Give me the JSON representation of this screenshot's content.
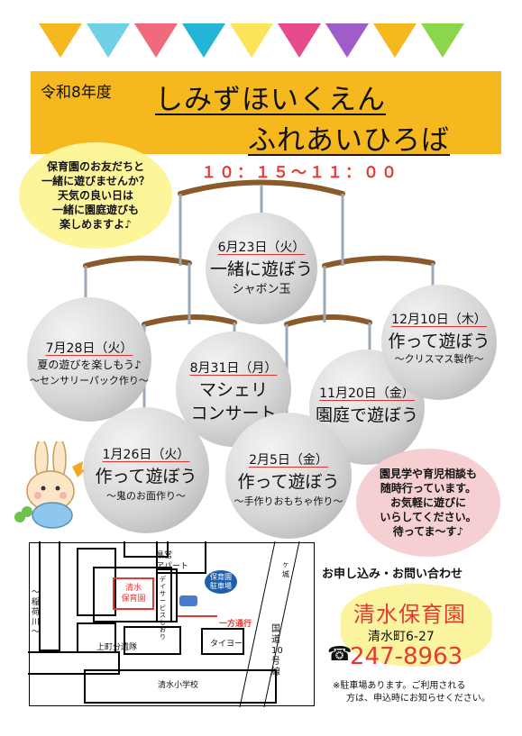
{
  "header": {
    "year": "令和8年度",
    "title_line1": "しみずほいくえん",
    "title_line2": "ふれあいひろば"
  },
  "time": "１０：１５～１１：００",
  "intro_bubble": [
    "保育園のお友だちと",
    "一緒に遊びませんか？",
    "天気の良い日は",
    "一緒に園庭遊びも",
    "楽しめますよ♪"
  ],
  "events": [
    {
      "date": "6月23日（火）",
      "title": "一緒に遊ぼう",
      "sub": "シャボン玉"
    },
    {
      "date": "7月28日（火）",
      "title": "夏の遊びを楽しもう♪",
      "sub": "～センサリーパック作り～"
    },
    {
      "date": "8月31日（月）",
      "title": "マシェリ",
      "title2": "コンサート",
      "sub": ""
    },
    {
      "date": "11月20日（金）",
      "title": "園庭で遊ぼう",
      "sub": ""
    },
    {
      "date": "12月10日（木）",
      "title": "作って遊ぼう",
      "sub": "～クリスマス製作～"
    },
    {
      "date": "1月26日（火）",
      "title": "作って遊ぼう",
      "sub": "～鬼のお面作り～"
    },
    {
      "date": "2月5日（金）",
      "title": "作って遊ぼう",
      "sub": "～手作りおもちゃ作り～"
    }
  ],
  "info_bubble": [
    "園見学や育児相談も",
    "随時行っています。",
    "お気軽に遊びに",
    "いらしてください。",
    "待ってま～す♪"
  ],
  "map": {
    "kenei": "県営",
    "apart": "アパート",
    "nursery": "清水\n保育園",
    "parking": "保育園\n駐車場",
    "day": "デイサービスしおり",
    "river": "～稲荷川～",
    "oneway": "一方通行",
    "kamimachi": "上町分遺隊",
    "taiyo": "タイヨー",
    "route": "国道10号線",
    "school": "清水小学校",
    "sonota": "ヶ城"
  },
  "contact": {
    "heading": "お申し込み・お問い合わせ",
    "name": "清水保育園",
    "address": "清水町6-27",
    "phone_icon": "☎",
    "phone": "247-8963",
    "note1": "※駐車場あります。ご利用される",
    "note2": "方は、申込時にお知らせください。"
  },
  "colors": {
    "header_bg": "#f6b81f",
    "time_red": "#e53935",
    "bubble_yellow": "#fdf59a",
    "bubble_pink": "#f6cfd3",
    "contact_yellow": "#fbf49f",
    "name_red": "#e53935",
    "phone_red": "#e53935"
  }
}
